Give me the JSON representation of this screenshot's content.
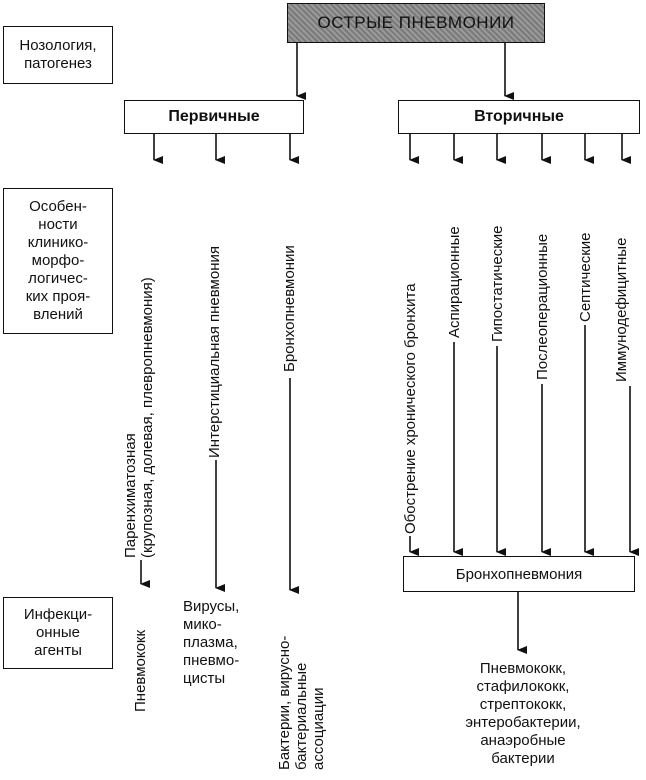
{
  "title": "ОСТРЫЕ ПНЕВМОНИИ",
  "row_labels": {
    "nosology": [
      "Нозология,",
      "патогенез"
    ],
    "features": [
      "Особен-",
      "ности",
      "клинико-",
      "морфо-",
      "логичес-",
      "ких проя-",
      "влений"
    ],
    "agents": [
      "Инфекци-",
      "онные",
      "агенты"
    ]
  },
  "primary": {
    "label": "Первичные",
    "forms": [
      {
        "line1": "Паренхиматозная",
        "line2": "(крупозная, долевая, плевропневмония)"
      },
      {
        "line1": "Интерстициальная пневмония",
        "line2": ""
      },
      {
        "line1": "Бронхопневмонии",
        "line2": ""
      }
    ],
    "agents": {
      "a1": "Пневмококк",
      "a2": [
        "Вирусы,",
        "мико-",
        "плазма,",
        "пневмо-",
        "цисты"
      ],
      "a3": [
        "Бактерии, вирусно-",
        "бактериальные",
        "ассоциации"
      ]
    }
  },
  "secondary": {
    "label": "Вторичные",
    "forms": [
      "Обострение хронического бронхита",
      "Аспирационные",
      "Гипостатические",
      "Послеоперационные",
      "Септические",
      "Иммунодефицитные"
    ],
    "result": "Бронхопневмония",
    "agents": [
      "Пневмококк,",
      "стафилококк,",
      "стрептококк,",
      "энтеробактерии,",
      "анаэробные",
      "бактерии"
    ]
  }
}
